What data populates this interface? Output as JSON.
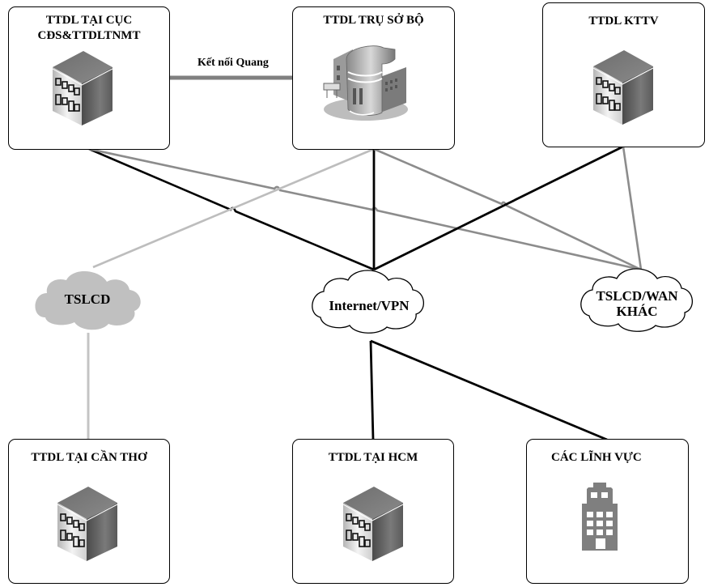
{
  "diagram": {
    "nodes": {
      "cuc": {
        "title_line1": "TTDL TẠI CỤC",
        "title_line2": "CĐS&TTDLTNMT",
        "icon": "office-building-icon"
      },
      "truso": {
        "title": "TTDL TRỤ SỞ BỘ",
        "icon": "headquarters-building-icon"
      },
      "kttv": {
        "title": "TTDL KTTV",
        "icon": "office-building-icon"
      },
      "cantho": {
        "title": "TTDL TẠI CẦN THƠ",
        "icon": "office-building-icon"
      },
      "hcm": {
        "title": "TTDL TẠI HCM",
        "icon": "office-building-icon"
      },
      "linhvuc": {
        "title": "CÁC LĨNH VỰC",
        "icon": "tower-building-icon"
      }
    },
    "clouds": {
      "tslcd": {
        "label": "TSLCD",
        "fill": "#c0c0c0"
      },
      "internet": {
        "label": "Internet/VPN",
        "fill": "#ffffff"
      },
      "wan": {
        "label_line1": "TSLCD/WAN",
        "label_line2": "KHÁC",
        "fill": "#ffffff"
      }
    },
    "link_labels": {
      "fiber": "Kết nối Quang"
    },
    "colors": {
      "black_link": "#000000",
      "dark_gray_link": "#8c8c8c",
      "light_gray_link": "#bdbdbd",
      "fiber_link": "#808080"
    },
    "connections": [
      {
        "from": "cuc",
        "to": "truso",
        "style": "fiber",
        "label": "Kết nối Quang"
      },
      {
        "from": "cuc",
        "to": "internet",
        "style": "black"
      },
      {
        "from": "cuc",
        "to": "wan",
        "style": "dark_gray"
      },
      {
        "from": "truso",
        "to": "internet",
        "style": "black"
      },
      {
        "from": "truso",
        "to": "tslcd",
        "style": "light_gray"
      },
      {
        "from": "truso",
        "to": "wan",
        "style": "dark_gray"
      },
      {
        "from": "kttv",
        "to": "internet",
        "style": "black"
      },
      {
        "from": "kttv",
        "to": "wan",
        "style": "dark_gray"
      },
      {
        "from": "tslcd",
        "to": "cantho",
        "style": "light_gray"
      },
      {
        "from": "internet",
        "to": "hcm",
        "style": "black"
      },
      {
        "from": "internet",
        "to": "linhvuc",
        "style": "black"
      }
    ]
  }
}
